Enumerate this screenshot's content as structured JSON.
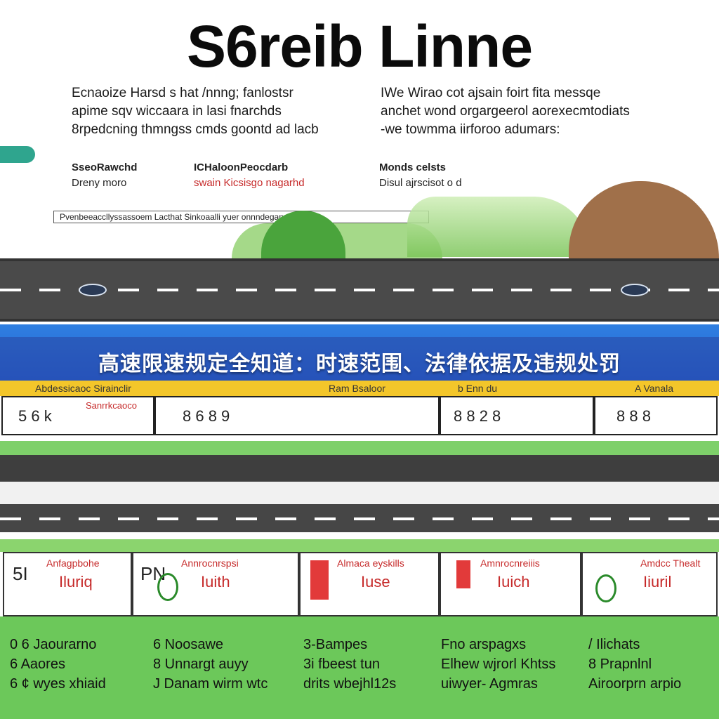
{
  "title": "S6reib Linne",
  "intro_left": [
    "Ecnaoize Harsd s hat /nnng; fanlostsr",
    "apime sqv wiccaara in lasi fnarchds",
    "8rpedcning thmngss cmds goontd ad lacb"
  ],
  "intro_right": [
    "IWe Wirao cot ajsain foirt fita messqe",
    "anchet wond orgargeerol aorexecmtodiats",
    "-we towmma iirforoo adumars:"
  ],
  "sub_left": [
    "SseoRawchd",
    "Dreny moro"
  ],
  "sub_mid": [
    "ICHaloonPeocdarb",
    "swain Kicsisgo nagarhd"
  ],
  "sub_right": [
    "Monds celsts",
    "Disul ajrscisot o d"
  ],
  "caption_box": "Pvenbeeaccllyssassoem Lacthat Sinkoaalli yuer onnndegan",
  "banner": "高速限速规定全知道：时速范围、法律依据及违规处罚",
  "yellow_strip": {
    "left": "Abdessicaoc Sirainclir",
    "mid": "Ram Bsaloor",
    "mid2": "b Enn du",
    "right": "A Vanala"
  },
  "panels": [
    {
      "glyphs": "5 6 k",
      "label": "Sanrrkcaoco"
    },
    {
      "glyphs": "8 6 8 9",
      "label": ""
    },
    {
      "glyphs": "8 8 2 8",
      "label": ""
    },
    {
      "glyphs": "8 8 8",
      "label": ""
    }
  ],
  "signs": [
    {
      "top": "Anfagpbohe",
      "mid": "Iluriq",
      "glyph": "5I"
    },
    {
      "top": "Annrocnrspsi",
      "mid": "Iuith",
      "glyph": "PN"
    },
    {
      "top": "Almaca eyskills",
      "mid": "Iuse",
      "glyph": ""
    },
    {
      "top": "Amnrocnreiiis",
      "mid": "Iuich",
      "glyph": ""
    },
    {
      "top": "Amdcc Thealt",
      "mid": "Iiuril",
      "glyph": ""
    }
  ],
  "legend": [
    [
      "0 6 Jaourarno",
      "6 Aaores",
      "6 ¢ wyes xhiaid"
    ],
    [
      "6 Noosawe",
      "8 Unnargt auyy",
      "J Danam wirm wtc"
    ],
    [
      "3-Bampes",
      "3i fbeest tun",
      "drits wbejhl12s"
    ],
    [
      "Fno arspagxs",
      "Elhew wjrorl Khtss",
      "uiwyer- Agmras"
    ],
    [
      "/ Ilichats",
      "8 Prapnlnl",
      "Airoorprn arpio"
    ]
  ],
  "colors": {
    "road": "#4a4a4a",
    "banner_blue": "#2563d8",
    "strip_yellow": "#f3c62a",
    "grass_green": "#6cc85a",
    "text_red": "#c62a2a"
  }
}
